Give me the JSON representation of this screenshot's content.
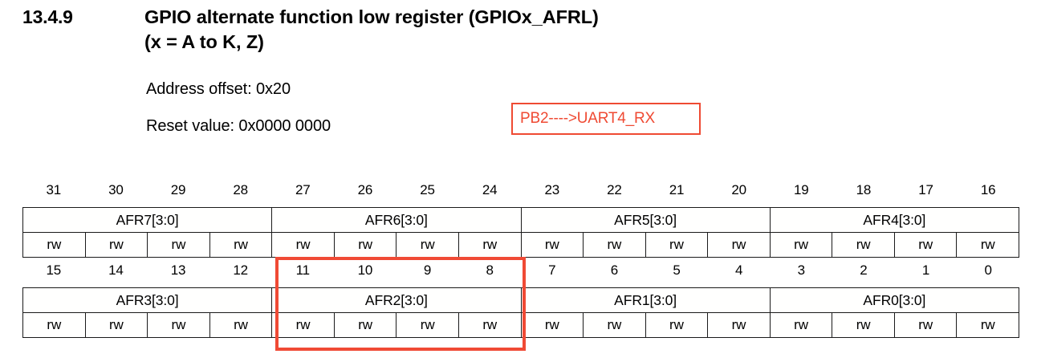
{
  "heading": {
    "section_number": "13.4.9",
    "title_line1": "GPIO alternate function low register (GPIOx_AFRL)",
    "title_line2": "(x = A to K, Z)"
  },
  "properties": {
    "address_offset": "Address offset: 0x20",
    "reset_value": "Reset value: 0x0000 0000"
  },
  "annotation": {
    "text": "PB2---->UART4_RX",
    "color": "#EF4A33"
  },
  "highlight": {
    "label": "bits-11-to-8-highlight",
    "color": "#F04A35",
    "bits": [
      11,
      10,
      9,
      8
    ],
    "field": "AFR2[3:0]"
  },
  "register": {
    "name": "GPIOx_AFRL",
    "high_half": {
      "bit_numbers": [
        "31",
        "30",
        "29",
        "28",
        "27",
        "26",
        "25",
        "24",
        "23",
        "22",
        "21",
        "20",
        "19",
        "18",
        "17",
        "16"
      ],
      "fields": [
        {
          "label": "AFR7[3:0]",
          "span": 4
        },
        {
          "label": "AFR6[3:0]",
          "span": 4
        },
        {
          "label": "AFR5[3:0]",
          "span": 4
        },
        {
          "label": "AFR4[3:0]",
          "span": 4
        }
      ],
      "access": [
        "rw",
        "rw",
        "rw",
        "rw",
        "rw",
        "rw",
        "rw",
        "rw",
        "rw",
        "rw",
        "rw",
        "rw",
        "rw",
        "rw",
        "rw",
        "rw"
      ]
    },
    "low_half": {
      "bit_numbers": [
        "15",
        "14",
        "13",
        "12",
        "11",
        "10",
        "9",
        "8",
        "7",
        "6",
        "5",
        "4",
        "3",
        "2",
        "1",
        "0"
      ],
      "fields": [
        {
          "label": "AFR3[3:0]",
          "span": 4
        },
        {
          "label": "AFR2[3:0]",
          "span": 4
        },
        {
          "label": "AFR1[3:0]",
          "span": 4
        },
        {
          "label": "AFR0[3:0]",
          "span": 4
        }
      ],
      "access": [
        "rw",
        "rw",
        "rw",
        "rw",
        "rw",
        "rw",
        "rw",
        "rw",
        "rw",
        "rw",
        "rw",
        "rw",
        "rw",
        "rw",
        "rw",
        "rw"
      ]
    }
  }
}
